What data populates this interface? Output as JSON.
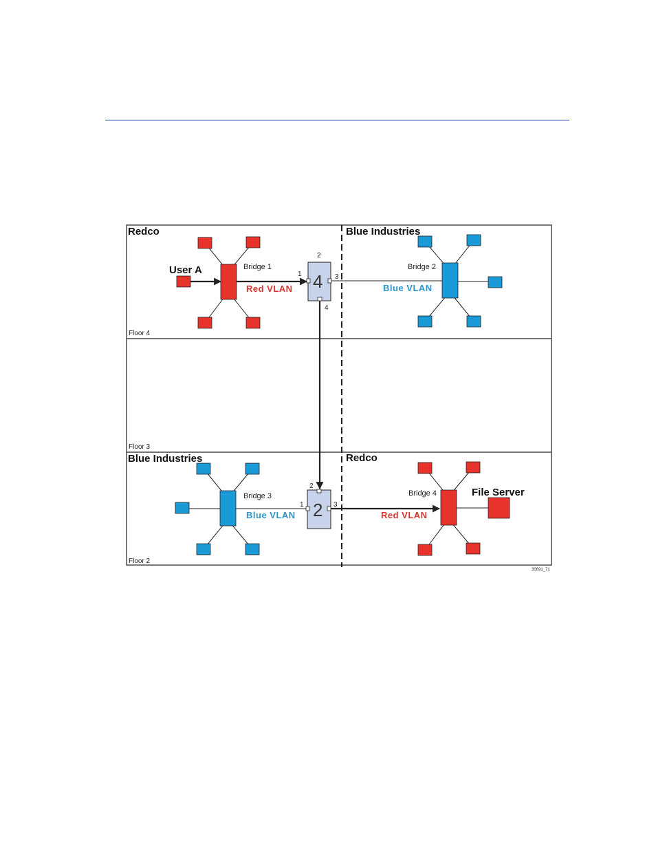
{
  "zones": {
    "floor4_left": "Redco",
    "floor4_right": "Blue Industries",
    "floor2_left": "Blue Industries",
    "floor2_right": "Redco"
  },
  "floors": {
    "floor4": "Floor 4",
    "floor3": "Floor 3",
    "floor2": "Floor 2"
  },
  "bridges": {
    "bridge1": "Bridge 1",
    "bridge2": "Bridge 2",
    "bridge3": "Bridge 3",
    "bridge4": "Bridge 4"
  },
  "switches": {
    "top": {
      "label": "4",
      "port1": "1",
      "port2": "2",
      "port3": "3",
      "port4": "4"
    },
    "bottom": {
      "label": "2",
      "port1": "1",
      "port2": "2",
      "port3": "3"
    }
  },
  "vlans": {
    "top_left": "Red VLAN",
    "top_right": "Blue VLAN",
    "bottom_left": "Blue VLAN",
    "bottom_right": "Red VLAN"
  },
  "endpoints": {
    "user": "User A",
    "server": "File Server"
  },
  "figure_id": "30691_71",
  "colors": {
    "red": "#e8332c",
    "blue": "#1a9ad6",
    "switch_fill": "#c6d3ea",
    "header_rule": "#1f3fb0",
    "red_label": "#d9332b",
    "blue_label": "#2b95cc"
  }
}
